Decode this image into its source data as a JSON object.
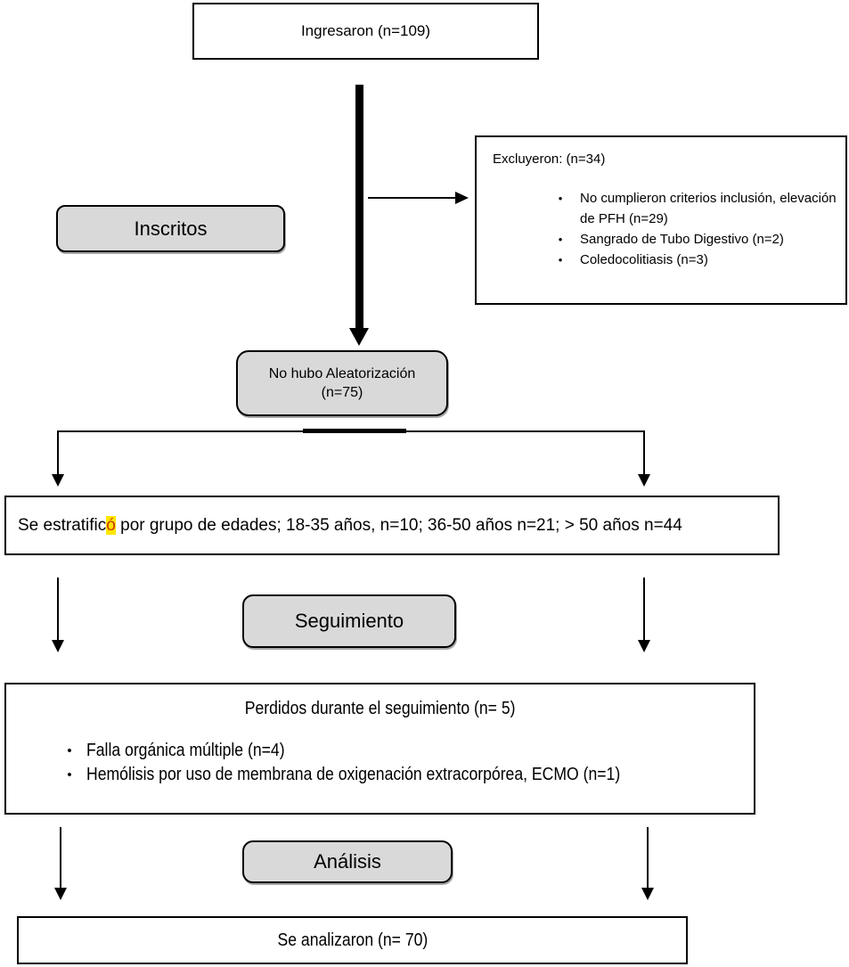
{
  "colors": {
    "box_fill": "#d9d9d9",
    "border": "#000000",
    "highlight_bg": "#ffe600",
    "highlight_text": "#cc3300"
  },
  "flowchart": {
    "ingresaron": {
      "label": "Ingresaron (n=109)"
    },
    "inscritos": {
      "label": "Inscritos"
    },
    "excluyeron": {
      "title": "Excluyeron: (n=34)",
      "bullet": "•",
      "items": [
        "No cumplieron criterios inclusión, elevación de PFH (n=29)",
        "Sangrado de Tubo Digestivo (n=2)",
        "Coledocolitiasis  (n=3)"
      ]
    },
    "aleatorizacion": {
      "line1": "No hubo Aleatorización",
      "line2": "(n=75)"
    },
    "estratifico": {
      "pre": "Se estratific",
      "highlight": "ó",
      "post": " por grupo de edades; 18-35 años, n=10; 36-50 años n=21; > 50 años n=44"
    },
    "seguimiento": {
      "label": "Seguimiento"
    },
    "perdidos": {
      "title": "Perdidos durante el seguimiento (n= 5)",
      "bullet": "•",
      "items": [
        "Falla orgánica múltiple (n=4)",
        "Hemólisis por uso de membrana de oxigenación extracorpórea, ECMO (n=1)"
      ]
    },
    "analisis": {
      "label": "Análisis"
    },
    "analizaron": {
      "label": "Se analizaron (n= 70)"
    }
  }
}
